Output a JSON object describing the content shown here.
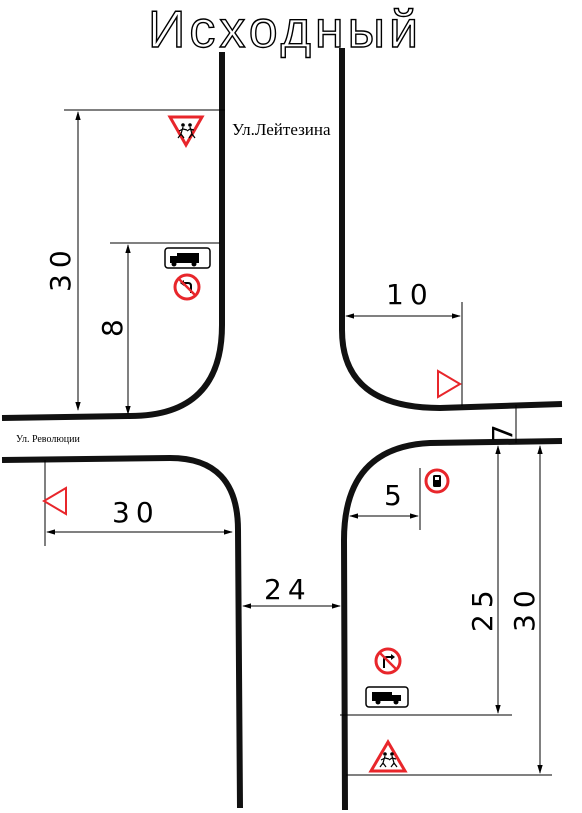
{
  "title": "Исходный",
  "streets": {
    "north": "Ул.Лейтезина",
    "west": "Ул. Революции"
  },
  "dimensions": {
    "left_approach_long": "30",
    "left_approach_short": "8",
    "right_corner_offset": "10",
    "right_road_width": "7",
    "lower_left_offset": "30",
    "lower_right_offset": "5",
    "road_width": "24",
    "right_lower_short": "25",
    "right_lower_long": "30"
  },
  "signs": {
    "children_top": "children-warning-sign",
    "truck_plate_top": "truck-plate-sign",
    "no_left_turn_left": "no-left-turn-sign",
    "yield_right": "yield-sign",
    "yield_left": "yield-sign",
    "phone_sign": "telephone-sign",
    "no_right_turn": "no-right-turn-sign",
    "truck_plate_bottom": "truck-plate-sign",
    "children_bottom": "children-warning-sign"
  },
  "colors": {
    "road": "#111111",
    "sign_red": "#e8262b",
    "line": "#000000"
  }
}
